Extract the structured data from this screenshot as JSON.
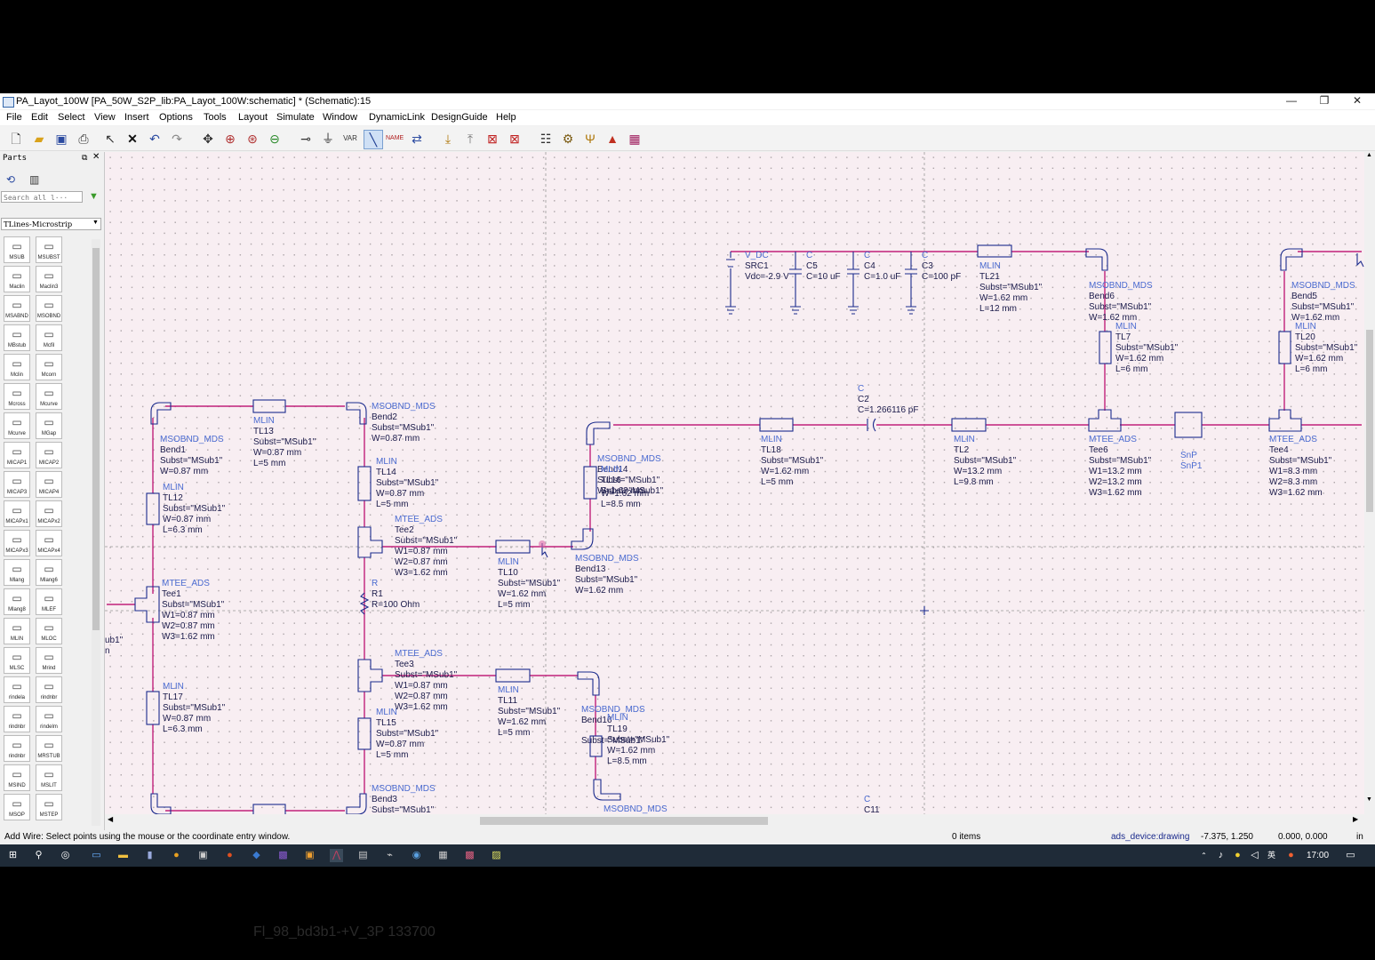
{
  "window": {
    "title": "PA_Layot_100W [PA_50W_S2P_lib:PA_Layot_100W:schematic] * (Schematic):15",
    "minimize": "—",
    "restore": "❐",
    "close": "✕"
  },
  "menu": [
    "File",
    "Edit",
    "Select",
    "View",
    "Insert",
    "Options",
    "Tools",
    "Layout",
    "Simulate",
    "Window",
    "DynamicLink",
    "DesignGuide",
    "Help"
  ],
  "parts_panel": {
    "title": "Parts",
    "search_placeholder": "Search all l···",
    "library": "TLines-Microstrip",
    "items": [
      "MSUB",
      "MSUBST",
      "Maclin",
      "Maclin3",
      "MSABND",
      "MSOBND",
      "MBstub",
      "Mcfil",
      "Mclin",
      "Mcorn",
      "Mcross",
      "Mcurve",
      "Mcurve",
      "MGap",
      "MICAP1",
      "MICAP2",
      "MICAP3",
      "MICAP4",
      "MICAPx1",
      "MICAPx2",
      "MICAPx3",
      "MICAPx4",
      "Mlang",
      "Mlang6",
      "Mlang8",
      "MLEF",
      "MLIN",
      "MLOC",
      "MLSC",
      "Mrind",
      "rindela",
      "rindnbr",
      "rindnbr",
      "rindelm",
      "rindnbr",
      "MRSTUB",
      "MSIND",
      "MSLIT",
      "MSOP",
      "MSTEP"
    ]
  },
  "schematic": {
    "texts": [
      {
        "id": "vdc_t",
        "t": "V_DC",
        "c": "blue"
      },
      {
        "id": "vdc_n",
        "t": "SRC1"
      },
      {
        "id": "vdc_v",
        "t": "Vdc=-2.9 V"
      },
      {
        "id": "c5_t",
        "t": "C",
        "c": "blue"
      },
      {
        "id": "c5_n",
        "t": "C5"
      },
      {
        "id": "c5_v",
        "t": "C=10 uF"
      },
      {
        "id": "c4_t",
        "t": "C",
        "c": "blue"
      },
      {
        "id": "c4_n",
        "t": "C4"
      },
      {
        "id": "c4_v",
        "t": "C=1.0 uF"
      },
      {
        "id": "c3_t",
        "t": "C",
        "c": "blue"
      },
      {
        "id": "c3_n",
        "t": "C3"
      },
      {
        "id": "c3_v",
        "t": "C=100 pF"
      },
      {
        "id": "tl21_t",
        "t": "MLIN",
        "c": "blue"
      },
      {
        "id": "tl21_n",
        "t": "TL21"
      },
      {
        "id": "tl21_s",
        "t": "Subst=\"MSub1\""
      },
      {
        "id": "tl21_w",
        "t": "W=1.62 mm"
      },
      {
        "id": "tl21_l",
        "t": "L=12 mm"
      },
      {
        "id": "b6_t",
        "t": "MSOBND_MDS",
        "c": "blue"
      },
      {
        "id": "b6_n",
        "t": "Bend6"
      },
      {
        "id": "b6_s",
        "t": "Subst=\"MSub1\""
      },
      {
        "id": "b6_w",
        "t": "W=1.62 mm"
      },
      {
        "id": "tl7_t",
        "t": "MLIN",
        "c": "blue"
      },
      {
        "id": "tl7_n",
        "t": "TL7"
      },
      {
        "id": "tl7_s",
        "t": "Subst=\"MSub1\""
      },
      {
        "id": "tl7_w",
        "t": "W=1.62 mm"
      },
      {
        "id": "tl7_l",
        "t": "L=6 mm"
      },
      {
        "id": "b5_t",
        "t": "MSOBND_MDS",
        "c": "blue"
      },
      {
        "id": "b5_n",
        "t": "Bend5"
      },
      {
        "id": "b5_s",
        "t": "Subst=\"MSub1\""
      },
      {
        "id": "b5_w",
        "t": "W=1.62 mm"
      },
      {
        "id": "tl20_t",
        "t": "MLIN",
        "c": "blue"
      },
      {
        "id": "tl20_n",
        "t": "TL20"
      },
      {
        "id": "tl20_s",
        "t": "Subst=\"MSub1\""
      },
      {
        "id": "tl20_w",
        "t": "W=1.62 mm"
      },
      {
        "id": "tl20_l",
        "t": "L=6 mm"
      },
      {
        "id": "c2_t",
        "t": "C",
        "c": "blue"
      },
      {
        "id": "c2_n",
        "t": "C2"
      },
      {
        "id": "c2_v",
        "t": "C=1.266116 pF"
      },
      {
        "id": "tl18_t",
        "t": "MLIN",
        "c": "blue"
      },
      {
        "id": "tl18_n",
        "t": "TL18"
      },
      {
        "id": "tl18_s",
        "t": "Subst=\"MSub1\""
      },
      {
        "id": "tl18_w",
        "t": "W=1.62 mm"
      },
      {
        "id": "tl18_l",
        "t": "L=5 mm"
      },
      {
        "id": "tl2_t",
        "t": "MLIN",
        "c": "blue"
      },
      {
        "id": "tl2_n",
        "t": "TL2"
      },
      {
        "id": "tl2_s",
        "t": "Subst=\"MSub1\""
      },
      {
        "id": "tl2_w",
        "t": "W=13.2 mm"
      },
      {
        "id": "tl2_l",
        "t": "L=9.8 mm"
      },
      {
        "id": "t6_t",
        "t": "MTEE_ADS",
        "c": "blue"
      },
      {
        "id": "t6_n",
        "t": "Tee6"
      },
      {
        "id": "t6_s",
        "t": "Subst=\"MSub1\""
      },
      {
        "id": "t6_w1",
        "t": "W1=13.2 mm"
      },
      {
        "id": "t6_w2",
        "t": "W2=13.2 mm"
      },
      {
        "id": "t6_w3",
        "t": "W3=1.62 mm"
      },
      {
        "id": "snp_t",
        "t": "SnP",
        "c": "blue"
      },
      {
        "id": "snp_n",
        "t": "SnP1",
        "c": "blue"
      },
      {
        "id": "t4_t",
        "t": "MTEE_ADS",
        "c": "blue"
      },
      {
        "id": "t4_n",
        "t": "Tee4"
      },
      {
        "id": "t4_s",
        "t": "Subst=\"MSub1\""
      },
      {
        "id": "t4_w1",
        "t": "W1=8.3 mm"
      },
      {
        "id": "t4_w2",
        "t": "W2=8.3 mm"
      },
      {
        "id": "t4_w3",
        "t": "W3=1.62 mm"
      },
      {
        "id": "b1_t",
        "t": "MSOBND_MDS",
        "c": "blue"
      },
      {
        "id": "b1_n",
        "t": "Bend1"
      },
      {
        "id": "b1_s",
        "t": "Subst=\"MSub1\""
      },
      {
        "id": "b1_w",
        "t": "W=0.87 mm"
      },
      {
        "id": "tl13_t",
        "t": "MLIN",
        "c": "blue"
      },
      {
        "id": "tl13_n",
        "t": "TL13"
      },
      {
        "id": "tl13_s",
        "t": "Subst=\"MSub1\""
      },
      {
        "id": "tl13_w",
        "t": "W=0.87 mm"
      },
      {
        "id": "tl13_l",
        "t": "L=5 mm"
      },
      {
        "id": "b2_t",
        "t": "MSOBND_MDS",
        "c": "blue"
      },
      {
        "id": "b2_n",
        "t": "Bend2"
      },
      {
        "id": "b2_s",
        "t": "Subst=\"MSub1\""
      },
      {
        "id": "b2_w",
        "t": "W=0.87 mm"
      },
      {
        "id": "tl14_t",
        "t": "MLIN",
        "c": "blue"
      },
      {
        "id": "tl14_n",
        "t": "TL14"
      },
      {
        "id": "tl14_s",
        "t": "Subst=\"MSub1\""
      },
      {
        "id": "tl14_w",
        "t": "W=0.87 mm"
      },
      {
        "id": "tl14_l",
        "t": "L=5 mm"
      },
      {
        "id": "tl12_t",
        "t": "MLIN",
        "c": "blue"
      },
      {
        "id": "tl12_n",
        "t": "TL12"
      },
      {
        "id": "tl12_s",
        "t": "Subst=\"MSub1\""
      },
      {
        "id": "tl12_w",
        "t": "W=0.87 mm"
      },
      {
        "id": "tl12_l",
        "t": "L=6.3 mm"
      },
      {
        "id": "t2_t",
        "t": "MTEE_ADS",
        "c": "blue"
      },
      {
        "id": "t2_n",
        "t": "Tee2"
      },
      {
        "id": "t2_s",
        "t": "Subst=\"MSub1\""
      },
      {
        "id": "t2_w1",
        "t": "W1=0.87 mm"
      },
      {
        "id": "t2_w2",
        "t": "W2=0.87 mm"
      },
      {
        "id": "t2_w3",
        "t": "W3=1.62 mm"
      },
      {
        "id": "b14_t",
        "t": "MSOBND_MDS",
        "c": "blue"
      },
      {
        "id": "b14_n",
        "t": "Bend14"
      },
      {
        "id": "b14_s",
        "t": "Subst=\"MSub1\""
      },
      {
        "id": "b14_w",
        "t": "W=1.62 mm"
      },
      {
        "id": "tl16_t",
        "t": "MLIN",
        "c": "blue"
      },
      {
        "id": "tl16_n",
        "t": "TL16"
      },
      {
        "id": "tl16_s",
        "t": "Subst=\"MSub1\""
      },
      {
        "id": "tl16_w",
        "t": "W=1.62 mm"
      },
      {
        "id": "tl16_l",
        "t": "L=8.5 mm"
      },
      {
        "id": "tl10_t",
        "t": "MLIN",
        "c": "blue"
      },
      {
        "id": "tl10_n",
        "t": "TL10"
      },
      {
        "id": "tl10_s",
        "t": "Subst=\"MSub1\""
      },
      {
        "id": "tl10_w",
        "t": "W=1.62 mm"
      },
      {
        "id": "tl10_l",
        "t": "L=5 mm"
      },
      {
        "id": "b13_t",
        "t": "MSOBND_MDS",
        "c": "blue"
      },
      {
        "id": "b13_n",
        "t": "Bend13"
      },
      {
        "id": "b13_s",
        "t": "Subst=\"MSub1\""
      },
      {
        "id": "b13_w",
        "t": "W=1.62 mm"
      },
      {
        "id": "t1_t",
        "t": "MTEE_ADS",
        "c": "blue"
      },
      {
        "id": "t1_n",
        "t": "Tee1"
      },
      {
        "id": "t1_s",
        "t": "Subst=\"MSub1\""
      },
      {
        "id": "t1_w1",
        "t": "W1=0.87 mm"
      },
      {
        "id": "t1_w2",
        "t": "W2=0.87 mm"
      },
      {
        "id": "t1_w3",
        "t": "W3=1.62 mm"
      },
      {
        "id": "r1_t",
        "t": "R",
        "c": "blue"
      },
      {
        "id": "r1_n",
        "t": "R1"
      },
      {
        "id": "r1_v",
        "t": "R=100 Ohm"
      },
      {
        "id": "cut_1",
        "t": "ub1\""
      },
      {
        "id": "cut_2",
        "t": "n"
      },
      {
        "id": "t3_t",
        "t": "MTEE_ADS",
        "c": "blue"
      },
      {
        "id": "t3_n",
        "t": "Tee3"
      },
      {
        "id": "t3_s",
        "t": "Subst=\"MSub1\""
      },
      {
        "id": "t3_w1",
        "t": "W1=0.87 mm"
      },
      {
        "id": "t3_w2",
        "t": "W2=0.87 mm"
      },
      {
        "id": "t3_w3",
        "t": "W3=1.62 mm"
      },
      {
        "id": "tl11_t",
        "t": "MLIN",
        "c": "blue"
      },
      {
        "id": "tl11_n",
        "t": "TL11"
      },
      {
        "id": "tl11_s",
        "t": "Subst=\"MSub1\""
      },
      {
        "id": "tl11_w",
        "t": "W=1.62 mm"
      },
      {
        "id": "tl11_l",
        "t": "L=5 mm"
      },
      {
        "id": "tl17_t",
        "t": "MLIN",
        "c": "blue"
      },
      {
        "id": "tl17_n",
        "t": "TL17"
      },
      {
        "id": "tl17_s",
        "t": "Subst=\"MSub1\""
      },
      {
        "id": "tl17_w",
        "t": "W=0.87 mm"
      },
      {
        "id": "tl17_l",
        "t": "L=6.3 mm"
      },
      {
        "id": "tl15_t",
        "t": "MLIN",
        "c": "blue"
      },
      {
        "id": "tl15_n",
        "t": "TL15"
      },
      {
        "id": "tl15_s",
        "t": "Subst=\"MSub1\""
      },
      {
        "id": "tl15_w",
        "t": "W=0.87 mm"
      },
      {
        "id": "tl15_l",
        "t": "L=5 mm"
      },
      {
        "id": "b16_t",
        "t": "MSOBND_MDS",
        "c": "blue"
      },
      {
        "id": "b16_n",
        "t": "Bend16"
      },
      {
        "id": "b16_s",
        "t": "Subst=\"MSub1\""
      },
      {
        "id": "tl19_t",
        "t": "MLIN",
        "c": "blue"
      },
      {
        "id": "tl19_n",
        "t": "TL19"
      },
      {
        "id": "tl19_s",
        "t": "Subst=\"MSub1\""
      },
      {
        "id": "tl19_w",
        "t": "W=1.62 mm"
      },
      {
        "id": "tl19_l",
        "t": "L=8.5 mm"
      },
      {
        "id": "b3_t",
        "t": "MSOBND_MDS",
        "c": "blue"
      },
      {
        "id": "b3_n",
        "t": "Bend3"
      },
      {
        "id": "b3_s",
        "t": "Subst=\"MSub1\""
      },
      {
        "id": "b17_t",
        "t": "MSOBND_MDS",
        "c": "blue"
      },
      {
        "id": "c11_t",
        "t": "C",
        "c": "blue"
      },
      {
        "id": "c11_n",
        "t": "C11"
      }
    ]
  },
  "status": {
    "message": "Add Wire: Select points using the mouse or the coordinate entry window.",
    "items": "0 items",
    "layer": "ads_device:drawing",
    "coord1": "-7.375, 1.250",
    "coord2": "0.000, 0.000",
    "unit": "in"
  },
  "taskbar": {
    "clock": "17:00",
    "lang": "英"
  },
  "overlay_text": "Fl_98_bd3b1-+V_3P 133700",
  "colors": {
    "wire": "#c0207a",
    "component": "#1a2a8c",
    "label_blue": "#4a6ad0"
  }
}
